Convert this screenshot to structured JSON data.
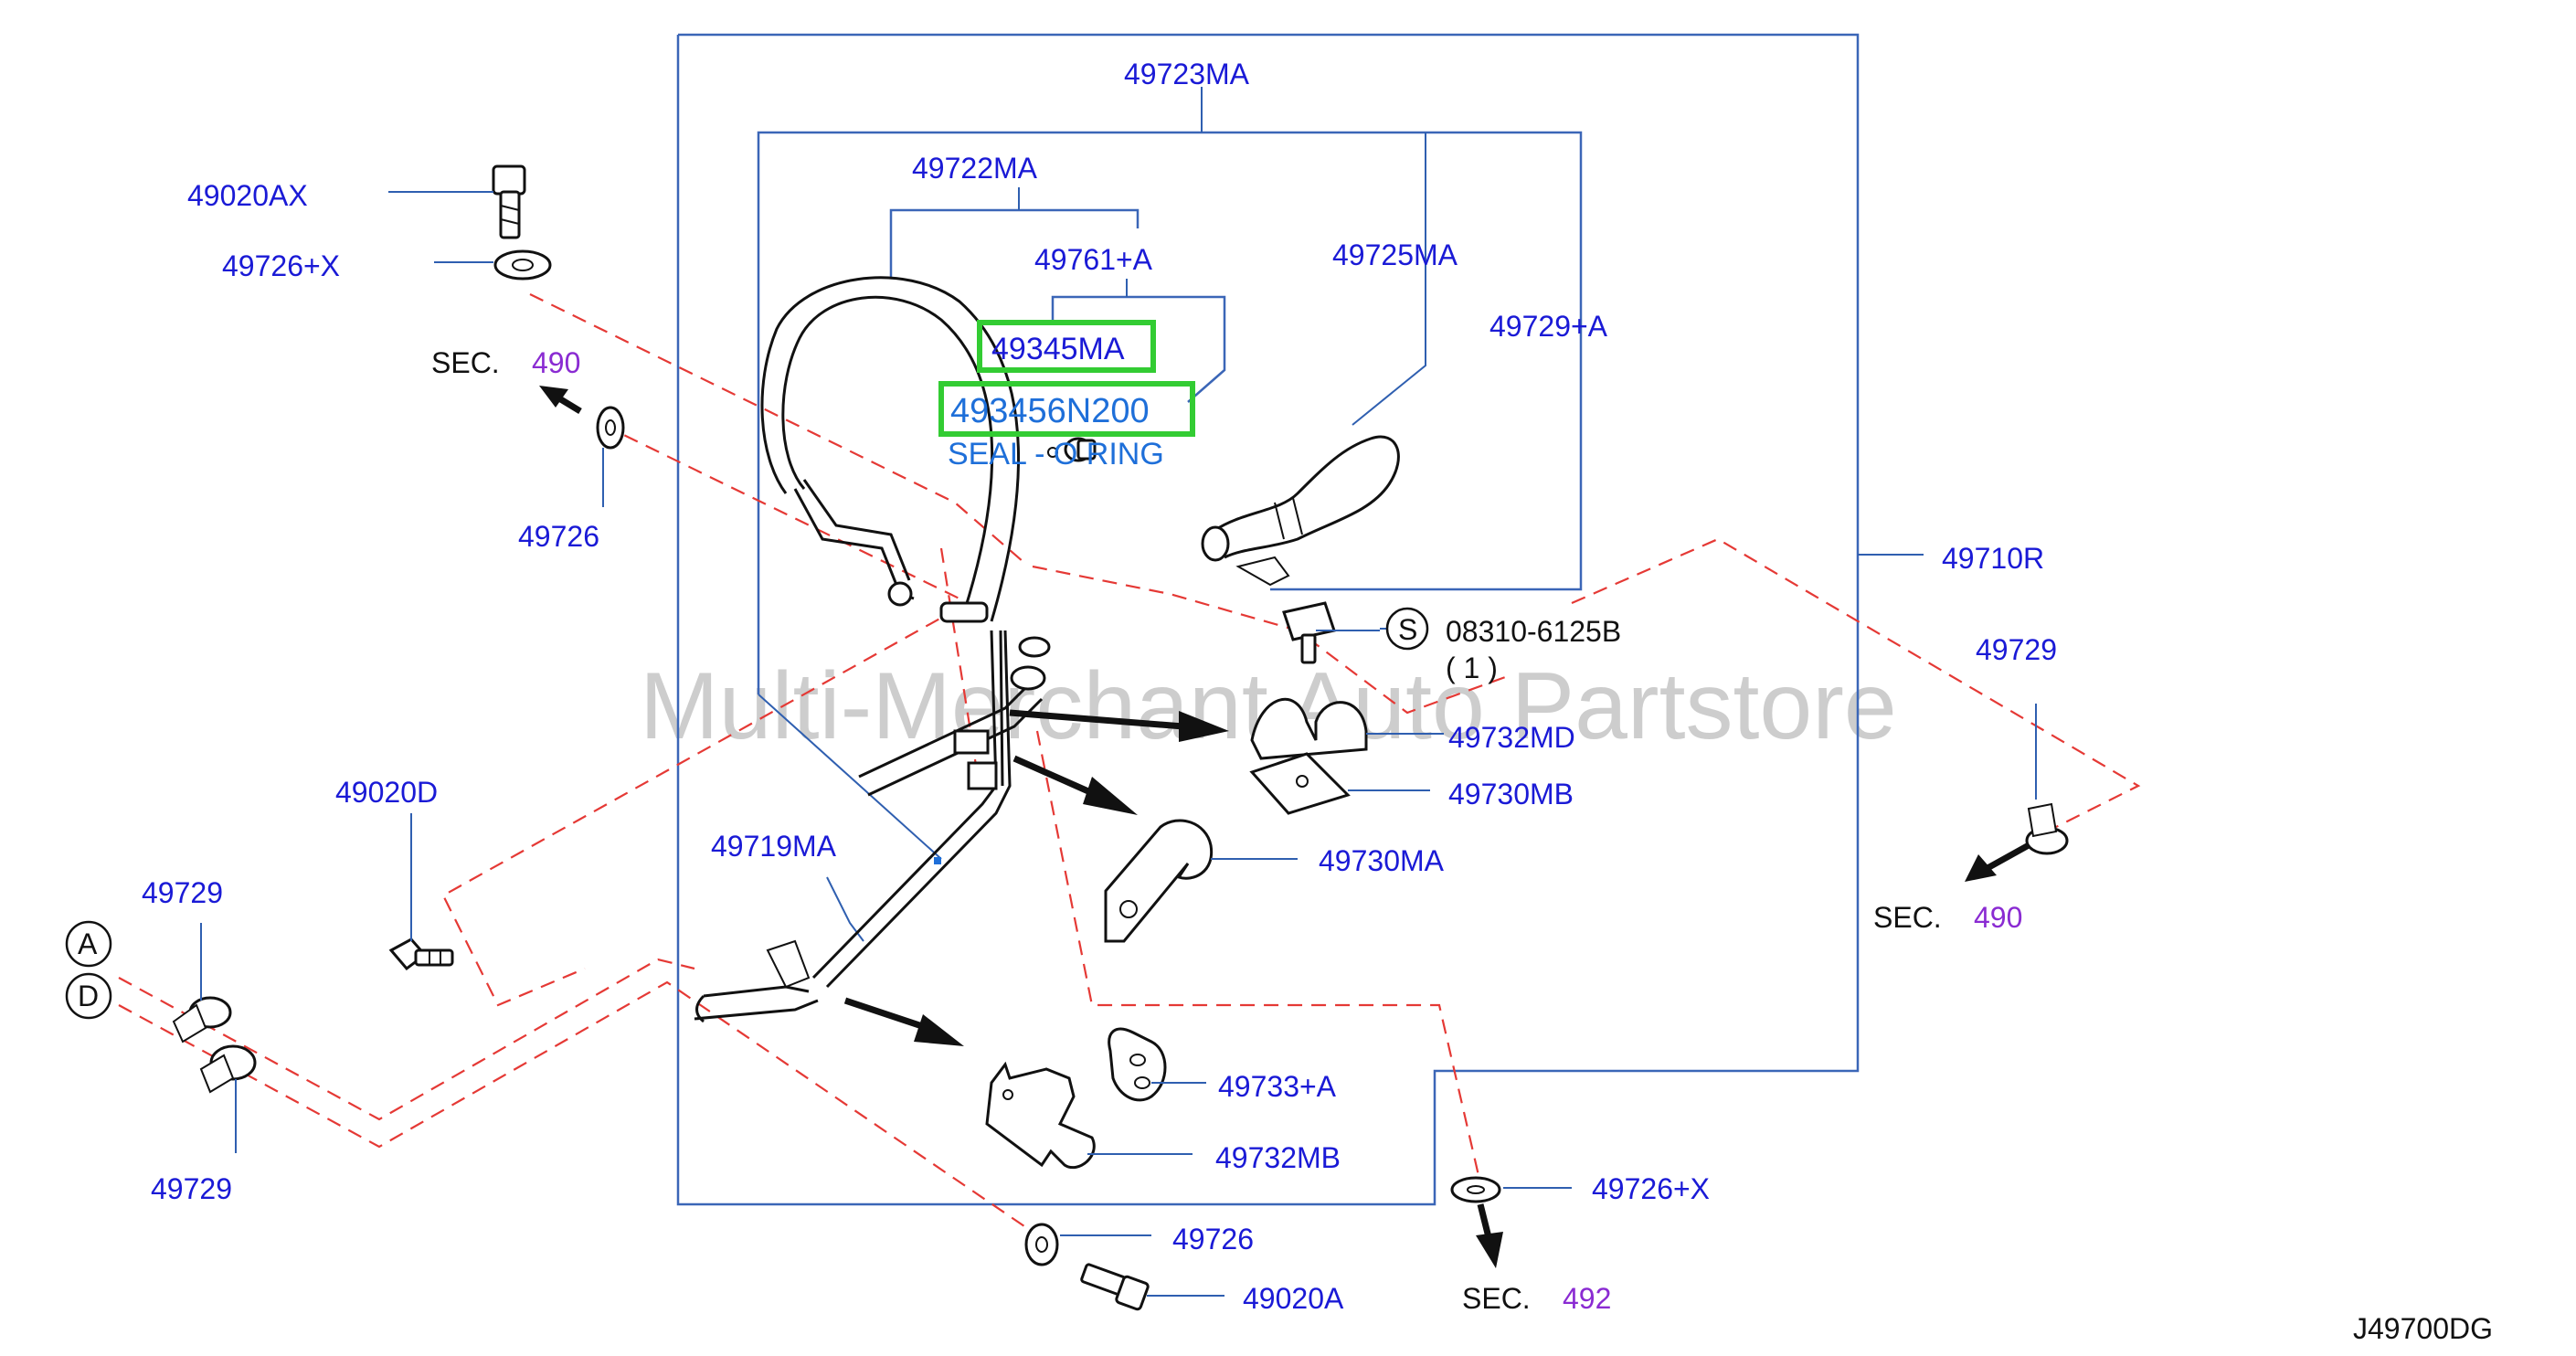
{
  "watermark": "Multi-Merchant Auto Partstore",
  "diagram_code": "J49700DG",
  "labels": {
    "p49723MA": "49723MA",
    "p49722MA": "49722MA",
    "p49761A": "49761+A",
    "p49345MA": "49345MA",
    "p493456N200": "493456N200",
    "seal_oring": "SEAL - O RING",
    "p49725MA": "49725MA",
    "p49729A": "49729+A",
    "p49710R": "49710R",
    "p49020AX": "49020AX",
    "p49726X_top": "49726+X",
    "p49726_left": "49726",
    "p08310": "08310-6125B",
    "qty1": "( 1 )",
    "s_symbol": "S",
    "p49732MD": "49732MD",
    "p49730MB": "49730MB",
    "p49730MA": "49730MA",
    "p49729_right": "49729",
    "p49020D": "49020D",
    "p49719MA": "49719MA",
    "p49729_left_top": "49729",
    "p49729_left_bottom": "49729",
    "p49733A": "49733+A",
    "p49732MB": "49732MB",
    "p49726X_bottom": "49726+X",
    "p49726_bottom": "49726",
    "p49020A": "49020A",
    "circle_a": "A",
    "circle_d": "D"
  },
  "sections": {
    "sec_word": "SEC.",
    "sec_left_num": "490",
    "sec_right_num": "490",
    "sec_bottom_num": "492"
  },
  "colors": {
    "label_blue": "#1a1ad6",
    "leader_blue": "#2f5fb0",
    "dash_red": "#e53935",
    "highlight_green": "#33cc33",
    "section_purple": "#8a2bd2"
  }
}
